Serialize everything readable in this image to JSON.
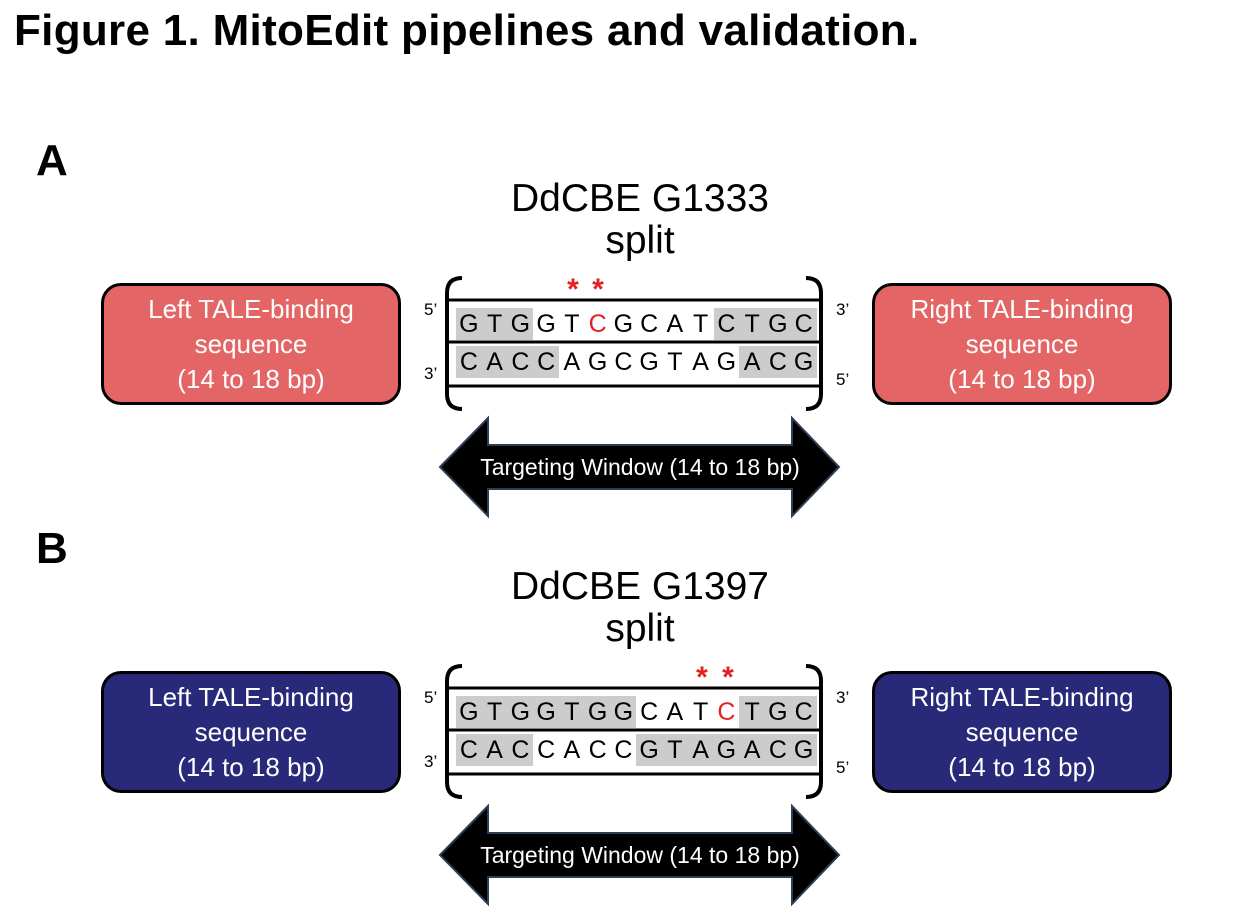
{
  "figure_title": "Figure 1. MitoEdit pipelines and validation.",
  "panels": [
    {
      "letter": "A",
      "title_line1": "DdCBE G1333",
      "title_line2": "split",
      "box_color": "#e46565",
      "left_box": [
        "Left TALE-binding",
        "sequence",
        "(14 to 18 bp)"
      ],
      "right_box": [
        "Right TALE-binding",
        "sequence",
        "(14 to 18 bp)"
      ],
      "top_strand_start": "5’",
      "top_strand_end": "3’",
      "bottom_strand_start": "3’",
      "bottom_strand_end": "5’",
      "top_strand": [
        "G",
        "T",
        "G",
        "G",
        "T",
        "C",
        "G",
        "C",
        "A",
        "T",
        "C",
        "T",
        "G",
        "C"
      ],
      "bottom_strand": [
        "C",
        "A",
        "C",
        "C",
        "A",
        "G",
        "C",
        "G",
        "T",
        "A",
        "G",
        "A",
        "C",
        "G"
      ],
      "top_shaded": [
        0,
        1,
        2,
        10,
        11,
        12,
        13
      ],
      "bottom_shaded": [
        0,
        1,
        2,
        3,
        11,
        12,
        13
      ],
      "edit_index": 5,
      "stars": [
        "*",
        "*"
      ],
      "window_label": "Targeting Window (14 to 18 bp)"
    },
    {
      "letter": "B",
      "title_line1": "DdCBE G1397",
      "title_line2": "split",
      "box_color": "#29297a",
      "left_box": [
        "Left TALE-binding",
        "sequence",
        "(14 to 18 bp)"
      ],
      "right_box": [
        "Right TALE-binding",
        "sequence",
        "(14 to 18 bp)"
      ],
      "top_strand_start": "5’",
      "top_strand_end": "3’",
      "bottom_strand_start": "3’",
      "bottom_strand_end": "5’",
      "top_strand": [
        "G",
        "T",
        "G",
        "G",
        "T",
        "G",
        "G",
        "C",
        "A",
        "T",
        "C",
        "T",
        "G",
        "C"
      ],
      "bottom_strand": [
        "C",
        "A",
        "C",
        "C",
        "A",
        "C",
        "C",
        "G",
        "T",
        "A",
        "G",
        "A",
        "C",
        "G"
      ],
      "top_shaded": [
        0,
        1,
        2,
        3,
        4,
        5,
        6,
        11,
        12,
        13
      ],
      "bottom_shaded": [
        0,
        1,
        2,
        7,
        8,
        9,
        10,
        11,
        12,
        13
      ],
      "edit_index": 10,
      "stars": [
        "*",
        "*"
      ],
      "window_label": "Targeting Window (14 to 18 bp)"
    }
  ]
}
